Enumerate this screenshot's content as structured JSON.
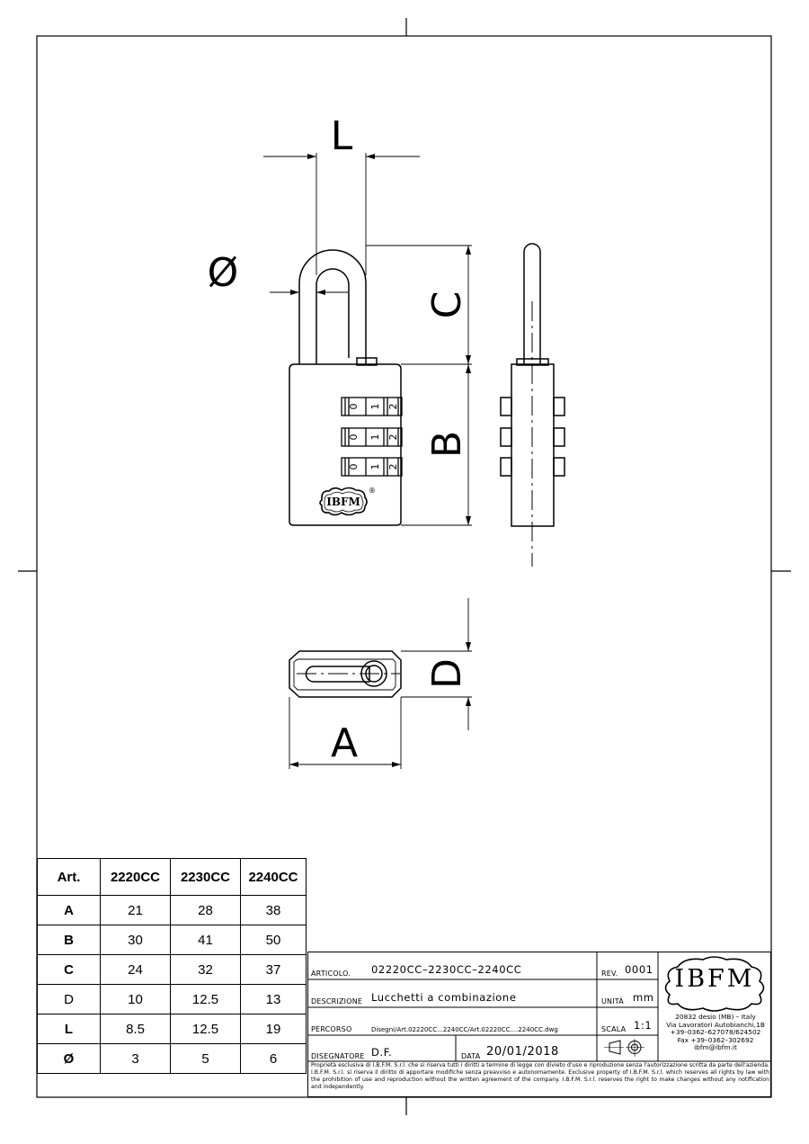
{
  "drawing": {
    "dim_labels": {
      "L": "L",
      "phi": "Ø",
      "C": "C",
      "B": "B",
      "D": "D",
      "A": "A"
    },
    "dial_digits": [
      "0",
      "1",
      "2"
    ],
    "logo_text": "IBFM",
    "registered_mark": "®"
  },
  "table": {
    "header": [
      "Art.",
      "2220CC",
      "2230CC",
      "2240CC"
    ],
    "rows": [
      {
        "label": "A",
        "values": [
          "21",
          "28",
          "38"
        ]
      },
      {
        "label": "B",
        "values": [
          "30",
          "41",
          "50"
        ]
      },
      {
        "label": "C",
        "values": [
          "24",
          "32",
          "37"
        ]
      },
      {
        "label": "D",
        "values": [
          "10",
          "12.5",
          "13"
        ]
      },
      {
        "label": "L",
        "values": [
          "8.5",
          "12.5",
          "19"
        ]
      },
      {
        "label": "Ø",
        "values": [
          "3",
          "5",
          "6"
        ]
      }
    ]
  },
  "title_block": {
    "articolo_label": "ARTICOLO.",
    "articolo_value": "02220CC–2230CC–2240CC",
    "rev_label": "REV.",
    "rev_value": "0001",
    "descrizione_label": "DESCRIZIONE",
    "descrizione_value": "Lucchetti a combinazione",
    "unita_label": "UNITÀ",
    "unita_value": "mm",
    "percorso_label": "PERCORSO",
    "percorso_value": "Disegni/Art.02220CC...2240CC/Art.02220CC....2240CC.dwg",
    "scala_label": "SCALA",
    "scala_value": "1:1",
    "disegnatore_label": "DISEGNATORE",
    "disegnatore_value": "D.F.",
    "data_label": "DATA",
    "data_value": "20/01/2018",
    "logo": "IBFM",
    "address": [
      "20832 desio (MB) – Italy",
      "Via Lavoratori Autobianchi,1B",
      "+39–0362–627078/624502",
      "Fax +39–0362–302692",
      "ibfm@ibfm.it"
    ],
    "legal": "Proprietà esclusiva di I.B.F.M. S.r.l. che si riserva tutti i diritti a termine di legge con divieto d'uso e riproduzione senza l'autorizzazione scritta da parte dell'azienda. I.B.F.M. S.r.l. si riserva il diritto di apportare modifiche senza preavviso e autonomamente. Exclusive property of I.B.F.M. S.r.l. which reserves all rights by law with the prohibition of use and reproduction without the written agreement of the company. I.B.F.M. S.r.l. reserves the right to make changes without any notification and independently."
  }
}
